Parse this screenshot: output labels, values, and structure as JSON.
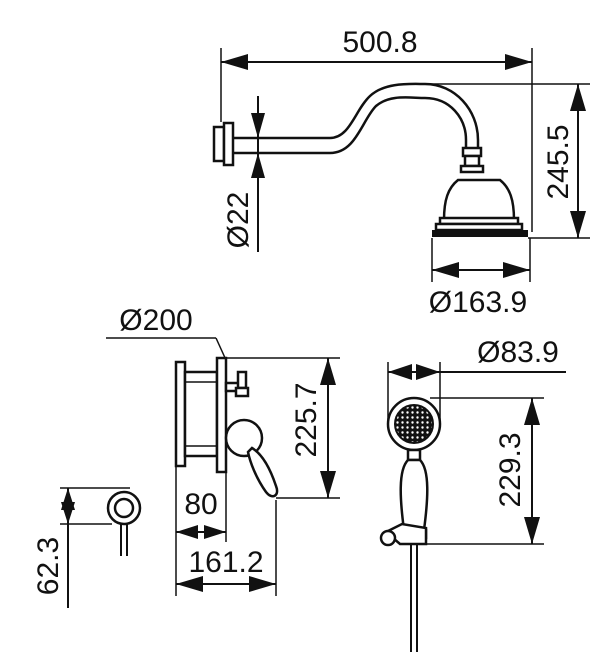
{
  "dimensions": {
    "arm_length": "500.8",
    "head_height": "245.5",
    "pipe_diameter": "Ø22",
    "head_diameter": "Ø163.9",
    "plate_diameter": "Ø200",
    "valve_height": "225.7",
    "valve_depth": "80",
    "valve_projection": "161.2",
    "outlet_height": "62.3",
    "handshower_diameter": "Ø83.9",
    "handshower_length": "229.3"
  },
  "colors": {
    "line": "#111111",
    "background": "#ffffff"
  }
}
